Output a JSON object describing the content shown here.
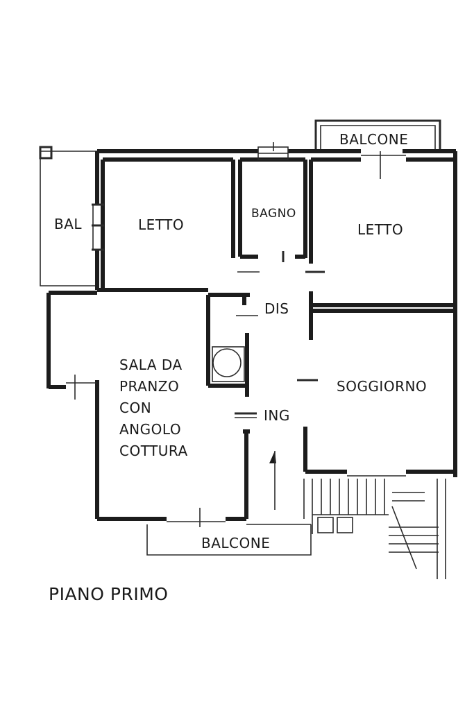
{
  "floor": {
    "title": "PIANO PRIMO"
  },
  "rooms": {
    "balcone_top": "BALCONE",
    "bal_left": "BAL",
    "letto_left": "LETTO",
    "bagno": "BAGNO",
    "letto_right": "LETTO",
    "dis": "DIS",
    "sala": "SALA DA\nPRANZO\nCON\nANGOLO\nCOTTURA",
    "soggiorno": "SOGGIORNO",
    "ing": "ING",
    "balcone_bottom": "BALCONE"
  }
}
